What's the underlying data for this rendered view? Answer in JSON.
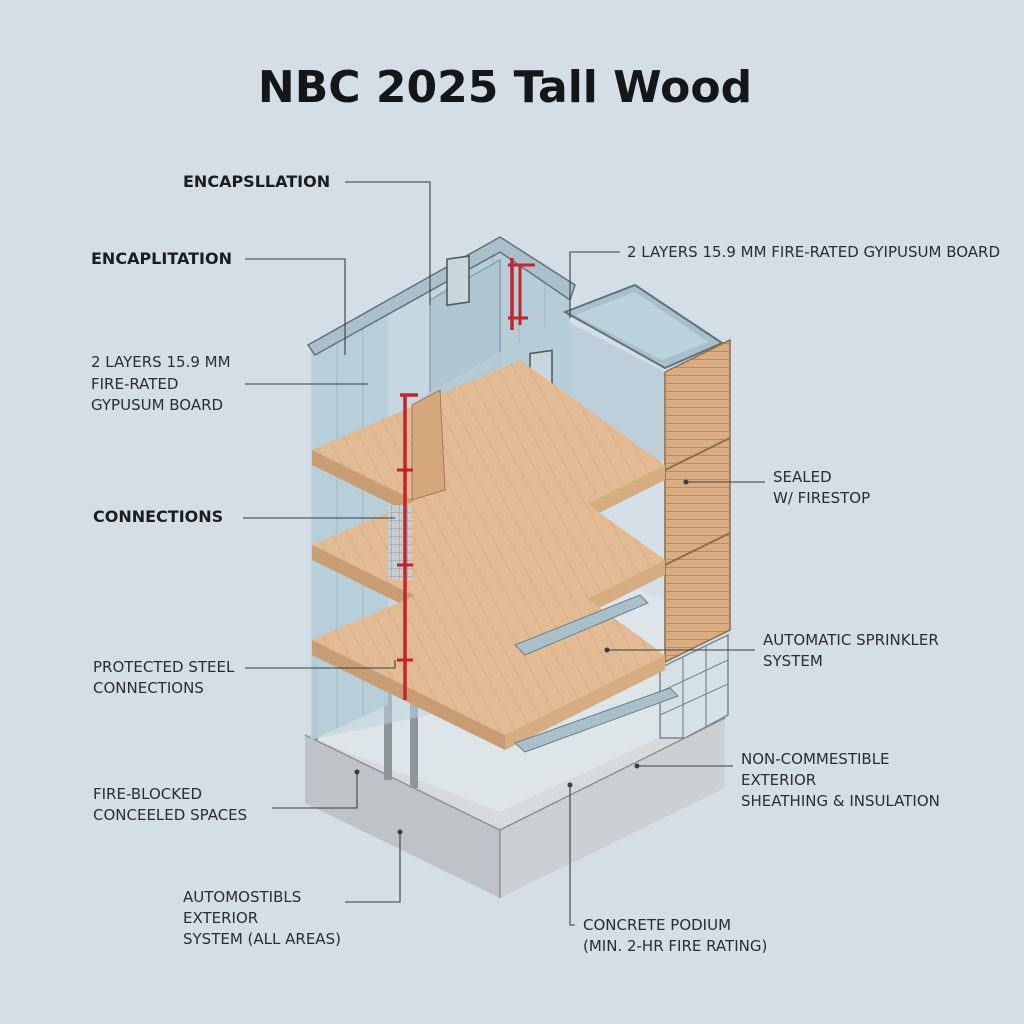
{
  "title": "NBC 2025 Tall Wood",
  "labels": {
    "encapsllation": "ENCAPSLLATION",
    "encaplitation": "ENCAPLITATION",
    "board_top_right": "2 LAYERS 15.9 MM FIRE-RATED GYIPUSUM BOARD",
    "board_left": [
      "2 LAYERS 15.9 MM",
      "FIRE-RATED",
      "GYPUSUM BOARD"
    ],
    "connections": "CONNECTIONS",
    "sealed": [
      "SEALED",
      "W/ FIRESTOP"
    ],
    "sprinkler": [
      "AUTOMATIC SPRINKLER",
      "SYSTEM"
    ],
    "protected_steel": [
      "PROTECTED STEEL",
      "CONNECTIONS"
    ],
    "non_combustible": [
      "NON-COMMESTIBLE",
      "EXTERIOR",
      "SHEATHING & INSULATION"
    ],
    "fire_blocked": [
      "FIRE-BLOCKED",
      "CONCEELED SPACES"
    ],
    "automostibls": [
      "AUTOMOSTIBLS",
      "EXTERIOR",
      "SYSTEM (ALL AREAS)"
    ],
    "podium": [
      "CONCRETE PODIUM",
      "(MIN. 2-HR FIRE RATING)"
    ]
  },
  "colors": {
    "background": "#d3dee6",
    "gypsum": "#b4cbd6",
    "timber": "#d9b08a",
    "concrete": "#c3c6c9",
    "sprinkler_pipe": "#c0262c"
  }
}
